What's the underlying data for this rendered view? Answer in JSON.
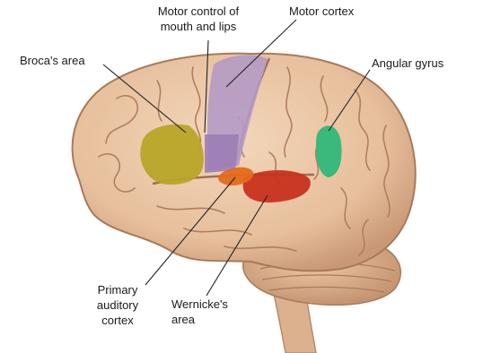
{
  "labels": {
    "motor_control": "Motor control of\nmouth and lips",
    "motor_cortex": "Motor cortex",
    "brocas_area": "Broca's area",
    "angular_gyrus": "Angular gyrus",
    "primary_auditory": "Primary\nauditory\ncortex",
    "wernickes_area": "Wernicke's\narea"
  },
  "colors": {
    "brain_fill": "#ecc9a8",
    "brain_shadow": "#c99877",
    "sulcus": "#b07f5e",
    "brocas_area": "#b8a528",
    "motor_cortex": "#b49ac4",
    "motor_control": "#9c7db7",
    "angular_gyrus": "#2fb878",
    "primary_auditory": "#e36a1c",
    "wernickes_area": "#c8311d",
    "leader_line": "#222222"
  }
}
